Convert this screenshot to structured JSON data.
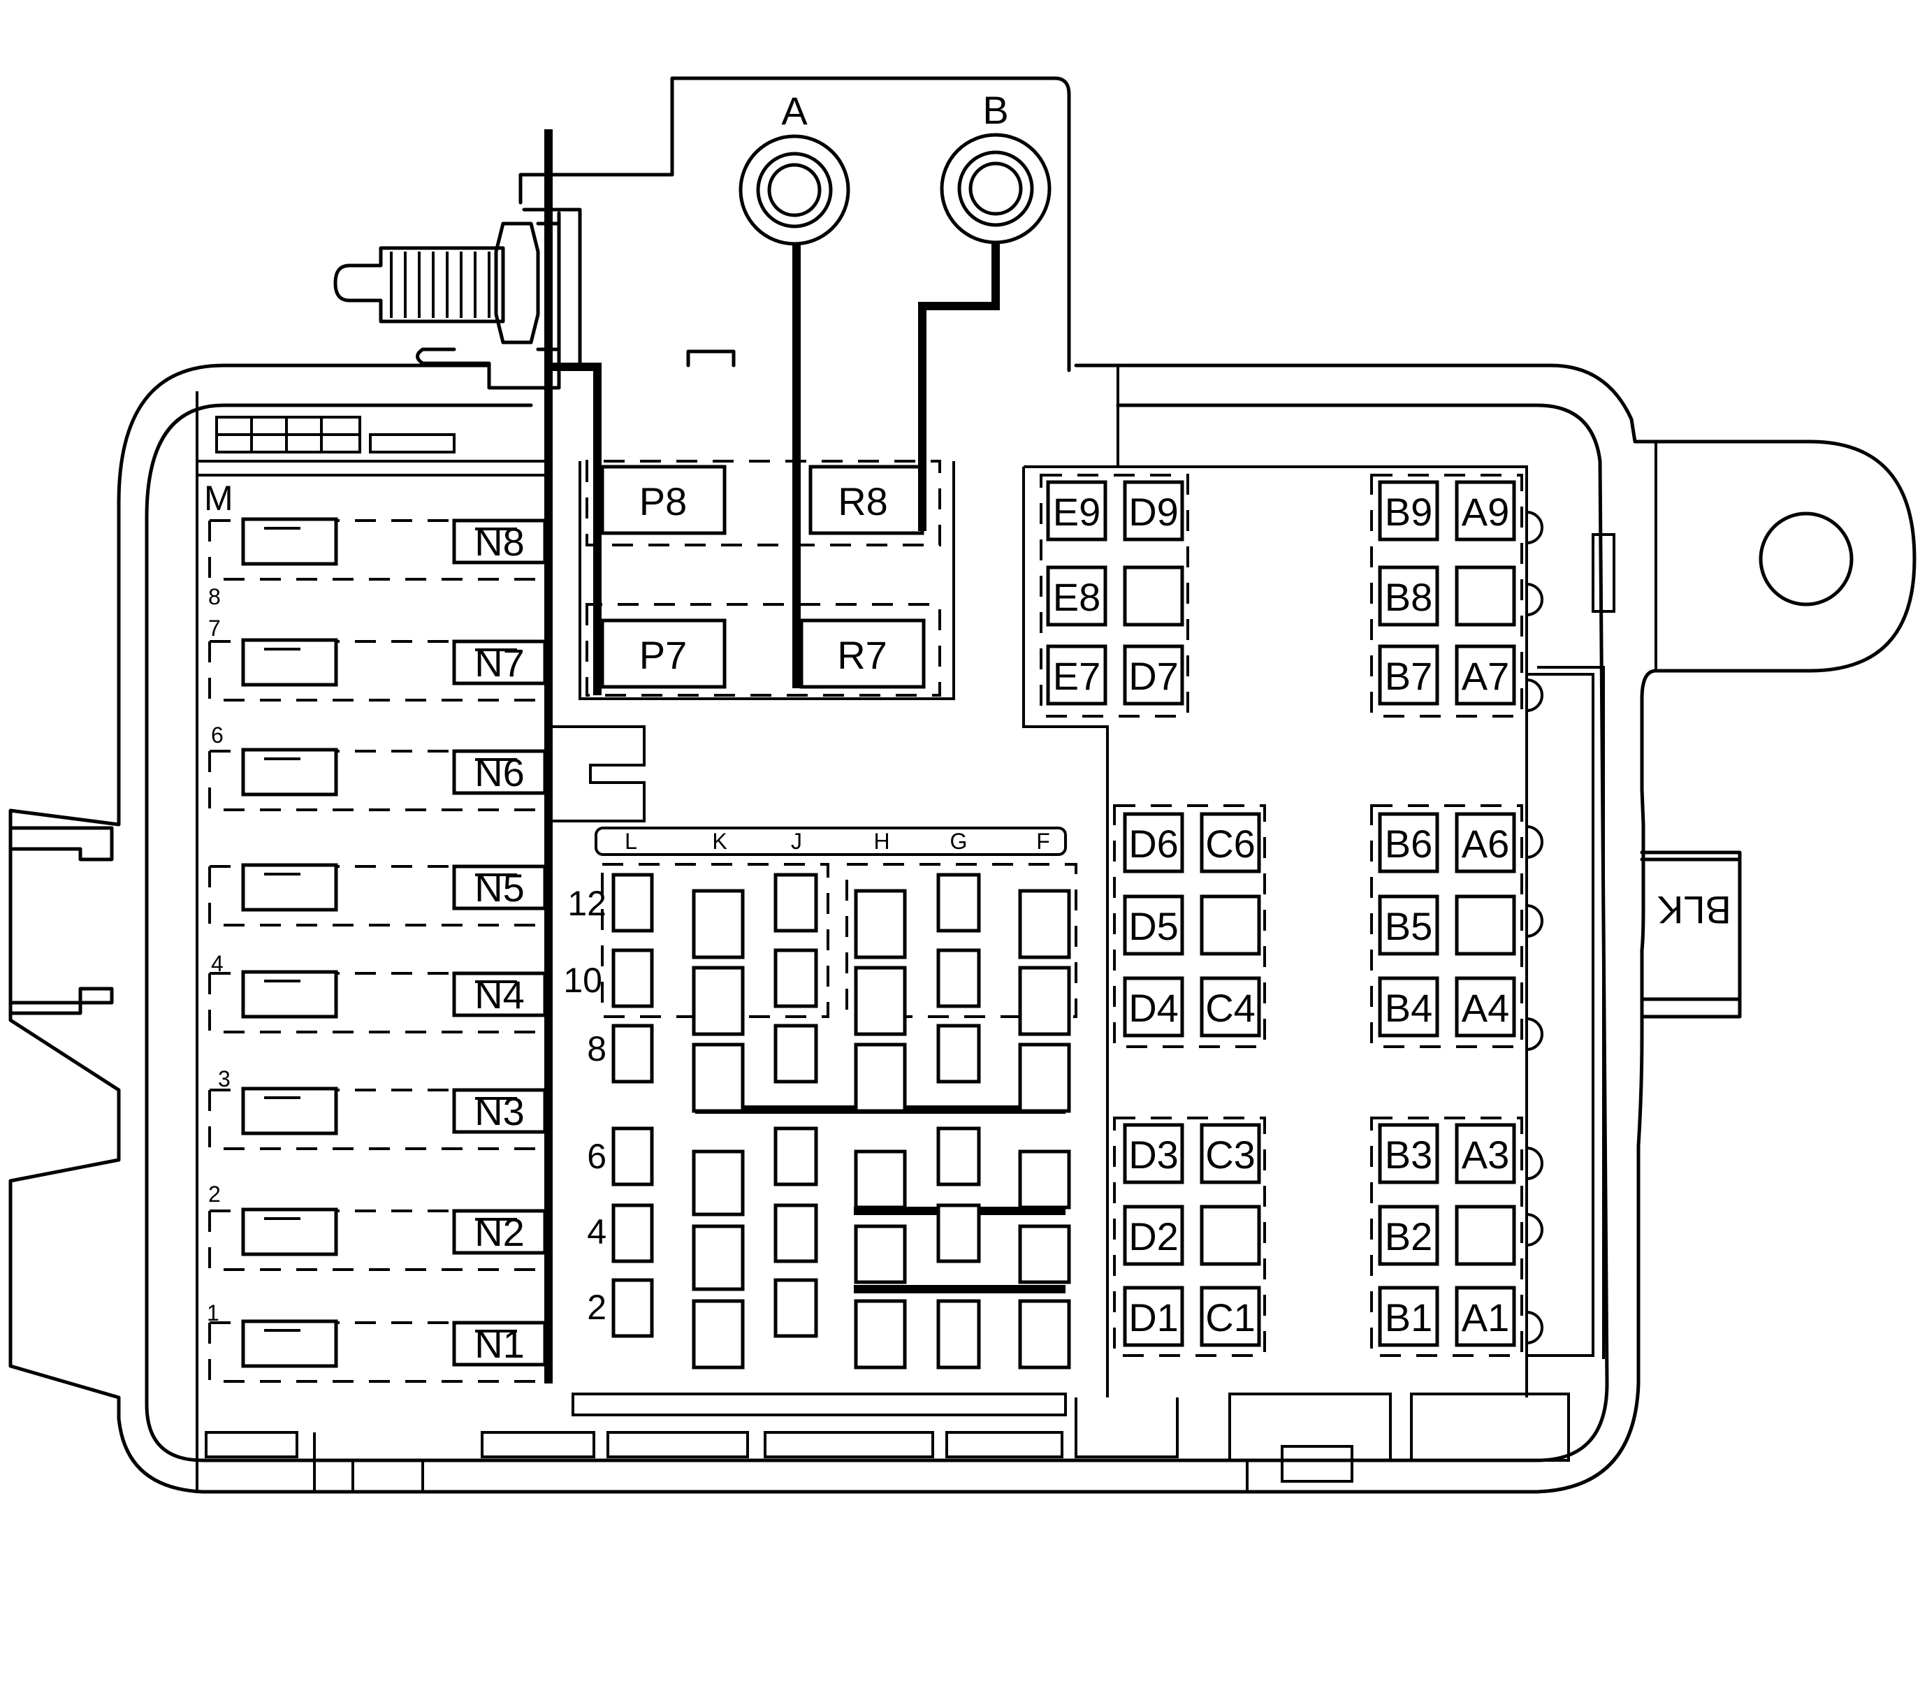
{
  "terminals": {
    "a": "A",
    "b": "B"
  },
  "connector_color": "BLK",
  "sides": {
    "m": "M",
    "n": [
      "N1",
      "N2",
      "N3",
      "N4",
      "N5",
      "N6",
      "N7",
      "N8"
    ],
    "m_numbers": [
      "1",
      "2",
      "3",
      "4",
      "6",
      "7",
      "8"
    ]
  },
  "relays": {
    "p8": "P8",
    "r8": "R8",
    "p7": "P7",
    "r7": "R7"
  },
  "minifuse_columns": [
    "L",
    "K",
    "J",
    "H",
    "G",
    "F"
  ],
  "minifuse_rows": [
    "12",
    "10",
    "8",
    "6",
    "4",
    "2"
  ],
  "left_block": {
    "row9": [
      "E9",
      "D9"
    ],
    "row8": [
      "E8"
    ],
    "row7": [
      "E7",
      "D7"
    ],
    "row6": [
      "D6",
      "C6"
    ],
    "row5": [
      "D5"
    ],
    "row4": [
      "D4",
      "C4"
    ],
    "row3": [
      "D3",
      "C3"
    ],
    "row2": [
      "D2"
    ],
    "row1": [
      "D1",
      "C1"
    ]
  },
  "right_block": {
    "row9": [
      "B9",
      "A9"
    ],
    "row8": [
      "B8"
    ],
    "row7": [
      "B7",
      "A7"
    ],
    "row6": [
      "B6",
      "A6"
    ],
    "row5": [
      "B5"
    ],
    "row4": [
      "B4",
      "A4"
    ],
    "row3": [
      "B3",
      "A3"
    ],
    "row2": [
      "B2"
    ],
    "row1": [
      "B1",
      "A1"
    ]
  }
}
